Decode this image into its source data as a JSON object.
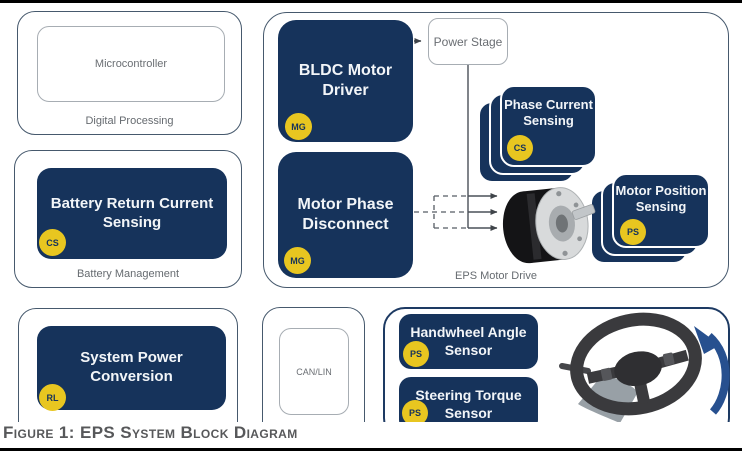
{
  "figure": {
    "caption": "Figure 1: EPS System Block Diagram"
  },
  "colors": {
    "block_navy": "#16335b",
    "badge_yellow": "#e8c620",
    "rotation_arrow_blue": "#27508f",
    "border_navy": "#46596d"
  },
  "digital_processing": {
    "label": "Digital Processing",
    "microcontroller": "Microcontroller"
  },
  "battery_management": {
    "label": "Battery Management",
    "block": "Battery Return Current Sensing",
    "badge": "CS"
  },
  "eps_motor_drive": {
    "label": "EPS Motor Drive",
    "bldc_driver": "BLDC Motor Driver",
    "bldc_badge": "MG",
    "motor_phase": "Motor Phase Disconnect",
    "motor_phase_badge": "MG",
    "power_stage": "Power Stage",
    "phase_current": "Phase Current Sensing",
    "phase_current_badge": "CS",
    "motor_position": "Motor Position Sensing",
    "motor_position_badge": "PS"
  },
  "system_power": {
    "block": "System Power Conversion",
    "badge": "RL"
  },
  "comms": {
    "canlin": "CAN/LIN"
  },
  "steering_sensors": {
    "handwheel": "Handwheel Angle Sensor",
    "handwheel_badge": "PS",
    "steering_torque": "Steering Torque Sensor",
    "steering_badge": "PS"
  },
  "images": {
    "motor": "bldc-motor-photo",
    "steering_wheel": "steering-wheel-photo",
    "rotation_arrow": "counterclockwise-rotation-arrow"
  }
}
